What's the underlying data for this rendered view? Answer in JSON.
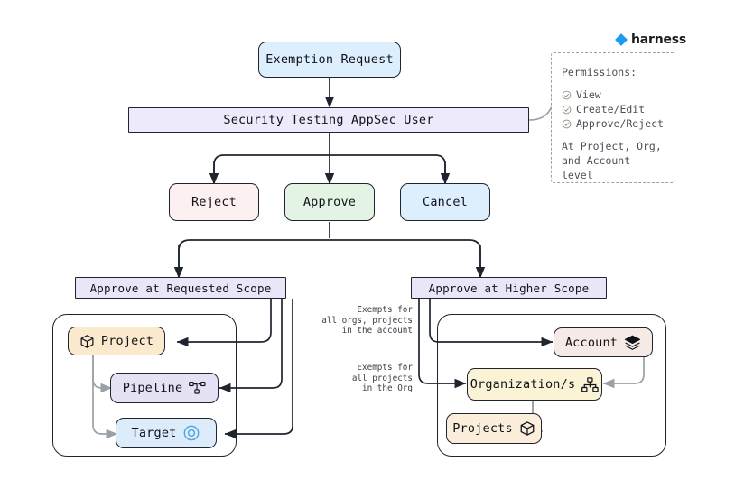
{
  "brand": {
    "name": "harness",
    "logo_icon": "harness-diamond-icon",
    "color": "#1a9cef"
  },
  "nodes": {
    "exemption_request": "Exemption Request",
    "user_role": "Security Testing AppSec User",
    "reject": "Reject",
    "approve": "Approve",
    "cancel": "Cancel",
    "scope_requested": "Approve at Requested Scope",
    "scope_higher": "Approve at Higher Scope",
    "project": "Project",
    "pipeline": "Pipeline",
    "target": "Target",
    "account": "Account",
    "organizations": "Organization/s",
    "projects": "Projects"
  },
  "icons": {
    "project": "cube-icon",
    "pipeline": "pipeline-nodes-icon",
    "target": "target-circle-icon",
    "account": "layers-stack-icon",
    "organizations": "org-hierarchy-icon",
    "projects": "cube-icon"
  },
  "permissions": {
    "title": "Permissions:",
    "items": [
      {
        "label": "View",
        "icon": "check-circle-icon"
      },
      {
        "label": "Create/Edit",
        "icon": "check-circle-icon"
      },
      {
        "label": "Approve/Reject",
        "icon": "check-circle-icon"
      }
    ],
    "footer_line1": "At Project, Org,",
    "footer_line2": "and Account level"
  },
  "annotations": {
    "account_scope": [
      "Exempts for",
      "all orgs, projects",
      "in the account"
    ],
    "org_scope": [
      "Exempts for",
      "all projects",
      "in the Org"
    ]
  },
  "colors": {
    "exemption_request": "#ddeefc",
    "user_role": "#edeafb",
    "reject": "#fdf0f0",
    "approve": "#e4f4e4",
    "cancel": "#ddeefc",
    "scope_bar": "#e9e6f8",
    "project": "#fbeacd",
    "pipeline": "#e6e2f6",
    "target": "#dcecfb",
    "account": "#f6eae6",
    "organizations": "#fbf3d5",
    "projects": "#fbeedb",
    "stroke": "#1f2430",
    "grey_arrow": "#9aa0a6"
  }
}
